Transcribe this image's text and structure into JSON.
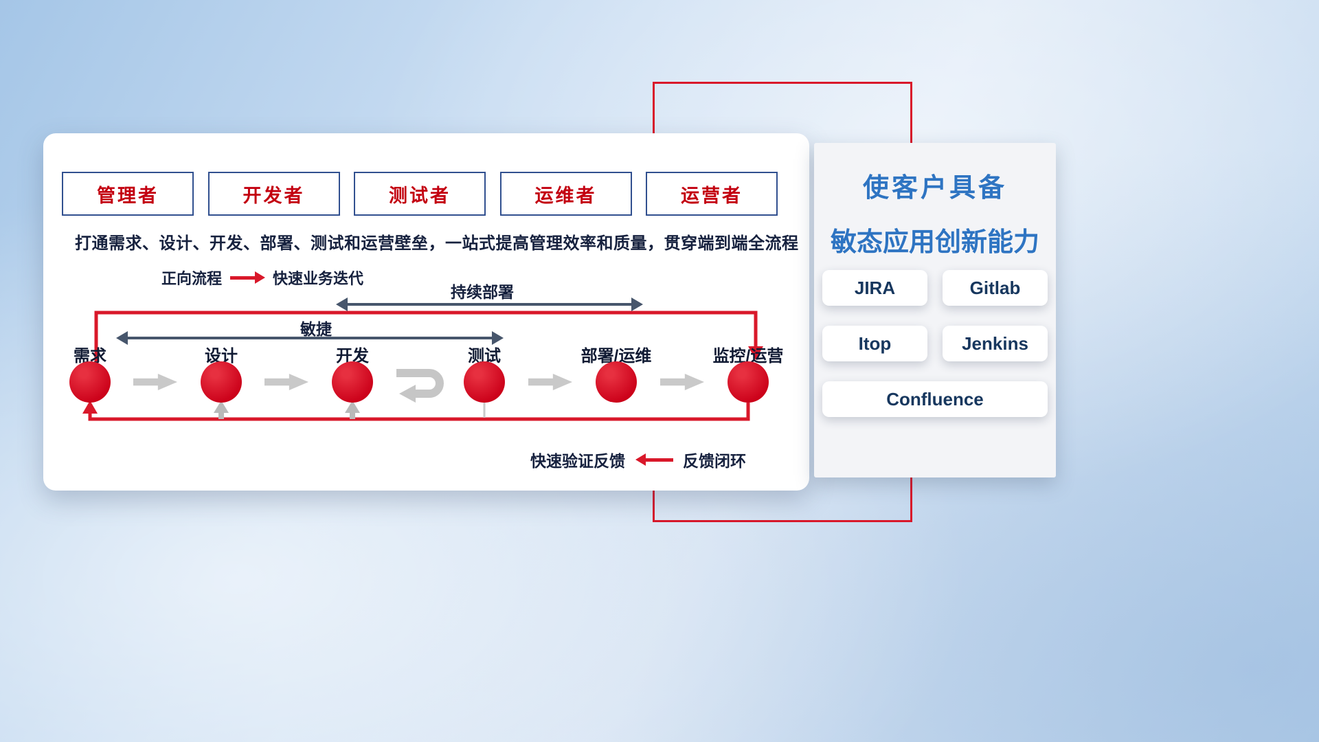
{
  "colors": {
    "accent_red": "#d9182a",
    "role_box_border_navy": "#31508f",
    "role_text_red": "#c30010",
    "slate_arrow": "#47566c",
    "panel_title_blue": "#2e74c2",
    "tool_text_navy": "#17375e",
    "gray_flow_arrow": "#c6c6c6"
  },
  "roles": [
    {
      "label": "管理者"
    },
    {
      "label": "开发者"
    },
    {
      "label": "测试者"
    },
    {
      "label": "运维者"
    },
    {
      "label": "运营者"
    }
  ],
  "description": "打通需求、设计、开发、部署、测试和运营壁垒，一站式提高管理效率和质量，贯穿端到端全流程",
  "legend_forward": {
    "label": "正向流程",
    "value": "快速业务迭代"
  },
  "legend_feedback": {
    "label": "快速验证反馈",
    "value": "反馈闭环"
  },
  "flow": {
    "cd_label": "持续部署",
    "agile_label": "敏捷",
    "stages": [
      "需求",
      "设计",
      "开发",
      "测试",
      "部署/运维",
      "监控/运营"
    ]
  },
  "panel": {
    "title_line1": "使客户具备",
    "title_line2": "敏态应用创新能力",
    "tools": [
      "JIRA",
      "Gitlab",
      "Itop",
      "Jenkins",
      "Confluence"
    ]
  }
}
